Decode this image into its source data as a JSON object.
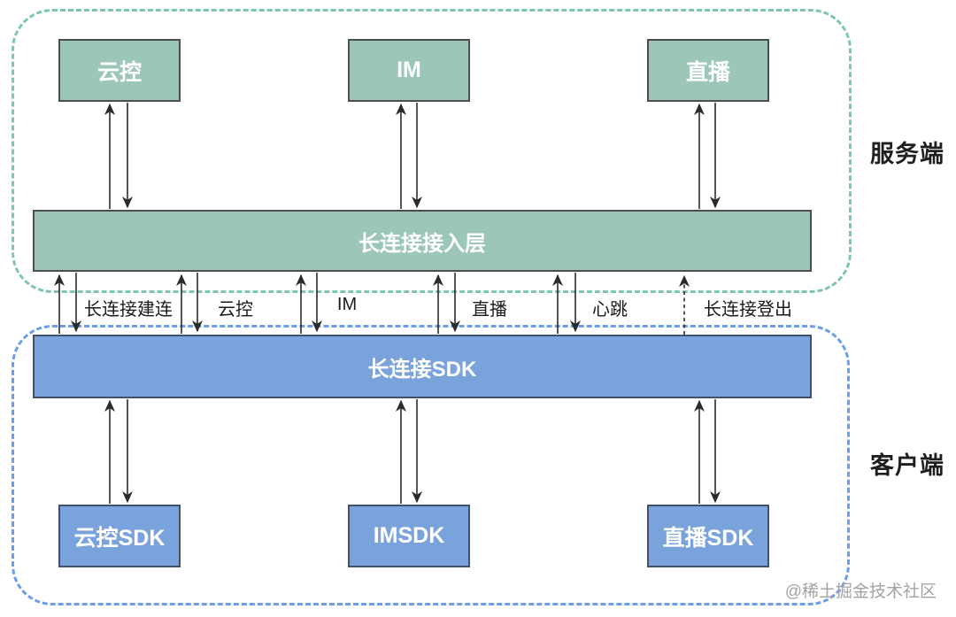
{
  "server_section": {
    "label": "服务端",
    "boxes": [
      "云控",
      "IM",
      "直播"
    ],
    "bar": "长连接接入层"
  },
  "client_section": {
    "label": "客户端",
    "bar": "长连接SDK",
    "boxes": [
      "云控SDK",
      "IMSDK",
      "直播SDK"
    ]
  },
  "channels": [
    "长连接建连",
    "云控",
    "IM",
    "直播",
    "心跳",
    "长连接登出"
  ],
  "watermark": "@稀土掘金技术社区",
  "colors": {
    "node_fill_green": "#9cc7b8",
    "node_fill_blue": "#7ba3db",
    "boundary_green": "#7fc6ae",
    "boundary_blue": "#6d9eea",
    "node_border_green": "#4d4d4d",
    "node_border_blue": "#41506b",
    "arrow": "#2b2b2b",
    "label_text": "#1a1a1a",
    "box_text": "#ffffff",
    "watermark_text": "#a3a3a3"
  }
}
